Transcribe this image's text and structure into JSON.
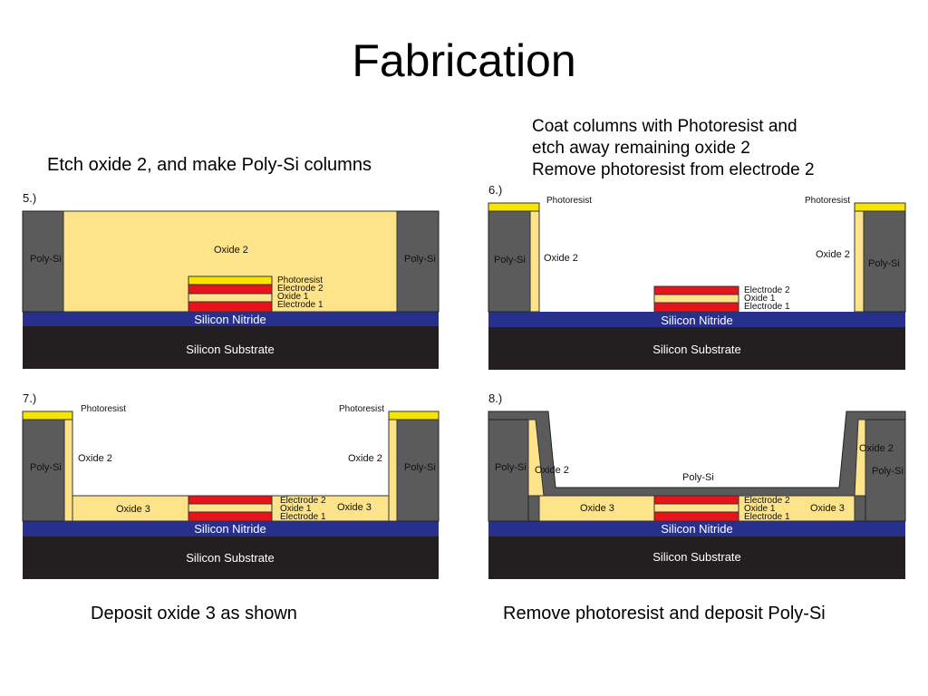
{
  "title": "Fabrication",
  "captions": {
    "step5": "Etch oxide 2, and make Poly-Si columns",
    "step6": [
      "Coat columns with Photoresist and",
      "etch away remaining oxide 2",
      "Remove photoresist from electrode 2"
    ],
    "step7": "Deposit oxide 3 as shown",
    "step8": "Remove photoresist and deposit Poly-Si"
  },
  "steps": [
    "5.)",
    "6.)",
    "7.)",
    "8.)"
  ],
  "labels": {
    "poly_si": "Poly-Si",
    "oxide2": "Oxide 2",
    "oxide3": "Oxide 3",
    "photoresist": "Photoresist",
    "electrode2": "Electrode 2",
    "oxide1": "Oxide 1",
    "electrode1": "Electrode 1",
    "silicon_nitride": "Silicon Nitride",
    "silicon_substrate": "Silicon Substrate"
  },
  "colors": {
    "poly_si": "#5b5b5b",
    "oxide": "#fde48a",
    "photoresist": "#f7e500",
    "electrode": "#e8141b",
    "nitride": "#28308e",
    "substrate": "#231f20"
  }
}
